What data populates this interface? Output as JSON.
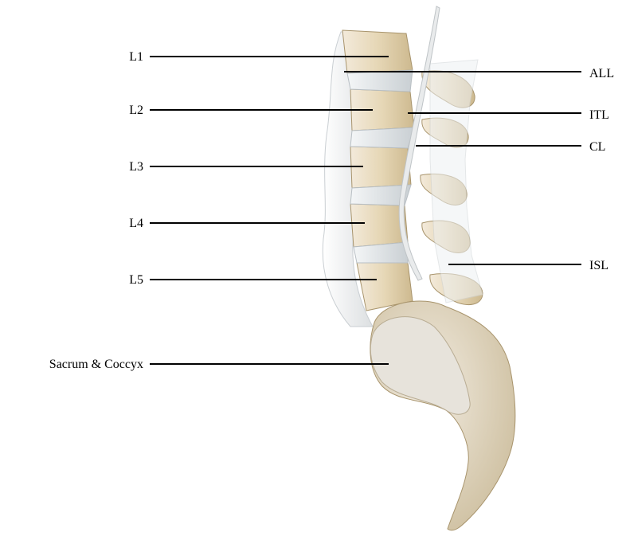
{
  "left_labels": {
    "l1": "L1",
    "l2": "L2",
    "l3": "L3",
    "l4": "L4",
    "l5": "L5",
    "sacrum": "Sacrum & Coccyx"
  },
  "right_labels": {
    "all": "ALL",
    "itl": "ITL",
    "cl": "CL",
    "isl": "ISL"
  },
  "colors": {
    "bone": "#e7d9bb",
    "bone_shadow": "#b9a57c",
    "disc": "#d9dde0",
    "ligament": "#eef0f1",
    "leader": "#000000"
  }
}
